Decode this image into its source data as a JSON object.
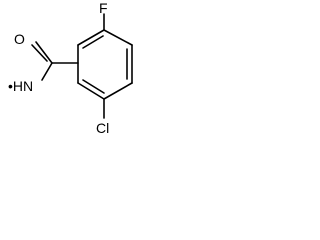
{
  "structure": {
    "atoms": {
      "oxygen": "O",
      "fluorine": "F",
      "chlorine": "Cl",
      "nitrogen_radical": "•HN"
    }
  },
  "colors": {
    "ink": "#000000",
    "background": "#ffffff"
  }
}
